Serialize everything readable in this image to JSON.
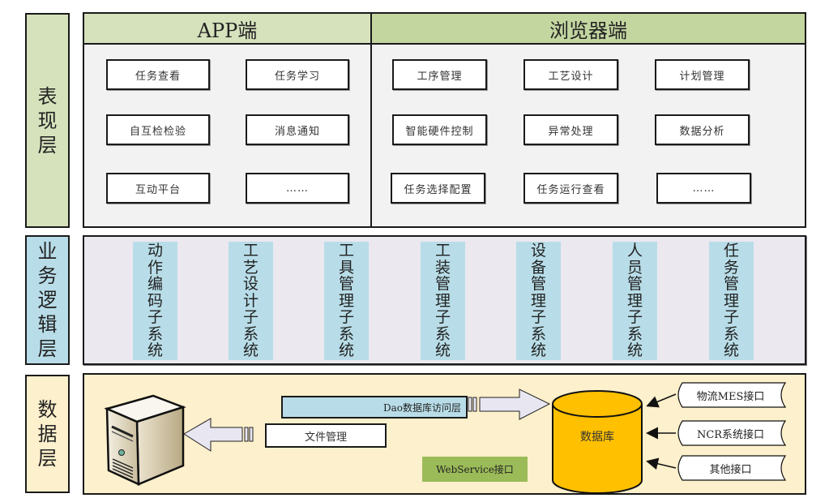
{
  "layers": {
    "presentation": {
      "label": [
        "表",
        "现",
        "层"
      ],
      "app": {
        "title": "APP端",
        "items": [
          "任务查看",
          "任务学习",
          "自互检检验",
          "消息通知",
          "互动平台",
          "……"
        ]
      },
      "web": {
        "title": "浏览器端",
        "items": [
          "工序管理",
          "工艺设计",
          "计划管理",
          "智能硬件控制",
          "异常处理",
          "数据分析",
          "任务选择配置",
          "任务运行查看",
          "……"
        ]
      }
    },
    "business": {
      "label": [
        "业",
        "务",
        "逻",
        "辑",
        "层"
      ],
      "subsystems": [
        [
          "动",
          "作",
          "编",
          "码",
          "子",
          "系",
          "统"
        ],
        [
          "工",
          "艺",
          "设",
          "计",
          "子",
          "系",
          "统"
        ],
        [
          "工",
          "具",
          "管",
          "理",
          "子",
          "系",
          "统"
        ],
        [
          "工",
          "装",
          "管",
          "理",
          "子",
          "系",
          "统"
        ],
        [
          "设",
          "备",
          "管",
          "理",
          "子",
          "系",
          "统"
        ],
        [
          "人",
          "员",
          "管",
          "理",
          "子",
          "系",
          "统"
        ],
        [
          "任",
          "务",
          "管",
          "理",
          "子",
          "系",
          "统"
        ]
      ]
    },
    "data": {
      "label": [
        "数",
        "据",
        "层"
      ],
      "dao": "Dao数据库访问层",
      "file_mgmt": "文件管理",
      "webservice": "WebService接口",
      "database": "数据库",
      "interfaces": [
        "物流MES接口",
        "NCR系统接口",
        "其他接口"
      ],
      "server_icon": "server-icon"
    }
  },
  "colors": {
    "presentation_label": "#d6e2bc",
    "app_header": "#d6e2bc",
    "web_header": "#c4d6a0",
    "business_bg": "#ebe8f0",
    "subsystem": "#b8dde8",
    "data_bg": "#fdf0cc",
    "database": "#ffc000",
    "webservice": "#9bbb59"
  }
}
